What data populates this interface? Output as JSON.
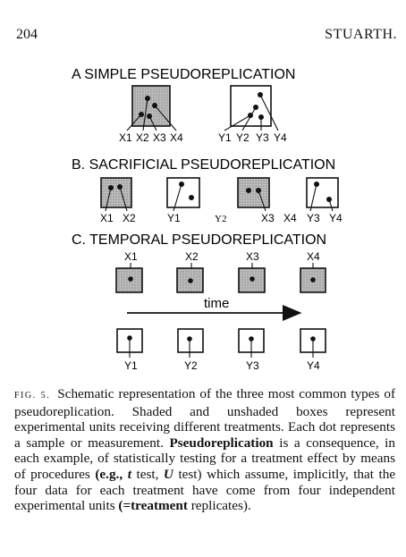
{
  "header": {
    "page_number": "204",
    "running_head": "STUARTH."
  },
  "figure": {
    "section_a": {
      "title": "A SIMPLE  PSEUDOREPLICATION",
      "treated_labels": [
        "X1",
        "X2",
        "X3",
        "X4"
      ],
      "control_labels": [
        "Y1",
        "Y2",
        "Y3",
        "Y4"
      ]
    },
    "section_b": {
      "title": "B. SACRIFICIAL PSEUDOREPLICATION",
      "labels": [
        "X1",
        "X2",
        "Y1",
        "Y2",
        "X3",
        "X4",
        "Y3",
        "Y4"
      ]
    },
    "section_c": {
      "title": "C. TEMPORAL PSEUDOREPLICATION",
      "top_labels": [
        "X1",
        "X2",
        "X3",
        "X4"
      ],
      "bottom_labels": [
        "Y1",
        "Y2",
        "Y3",
        "Y4"
      ],
      "arrow_label": "time"
    },
    "colors": {
      "shaded_fill": "#b4b4b4",
      "line": "#111111"
    }
  },
  "caption": {
    "label": "FIG. 5.",
    "text_1": "Schematic representation of the three most common types of pseudoreplication. Shaded and unshaded boxes represent experimental units receiving different treatments. Each dot represents a sample or measurement.",
    "bold_1": "Pseudoreplication",
    "text_2": "is a consequence, in each example, of statistically testing for a treatment effect by means of procedures",
    "bold_2": "(e.g.,",
    "italic_t": "t",
    "text_3": "test,",
    "italic_u": "U",
    "text_4": "test) which assume, implicitly, that the four data for each treatment have come from four independent experimental units",
    "bold_3": "(=treatment",
    "text_5": "replicates)."
  }
}
